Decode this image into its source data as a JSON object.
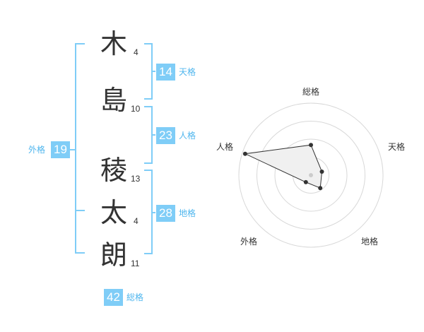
{
  "name_chars": [
    {
      "char": "木",
      "strokes": "4"
    },
    {
      "char": "島",
      "strokes": "10"
    },
    {
      "char": "稜",
      "strokes": "13"
    },
    {
      "char": "太",
      "strokes": "4"
    },
    {
      "char": "朗",
      "strokes": "11"
    }
  ],
  "fortunes": {
    "tenkaku": {
      "value": "14",
      "label": "天格"
    },
    "jinkaku": {
      "value": "23",
      "label": "人格"
    },
    "chikaku": {
      "value": "28",
      "label": "地格"
    },
    "gaikaku": {
      "value": "19",
      "label": "外格"
    },
    "soukaku": {
      "value": "42",
      "label": "総格"
    }
  },
  "accent_color": "#7fcdf7",
  "chart_data": {
    "type": "radar",
    "axes": [
      "総格",
      "天格",
      "地格",
      "外格",
      "人格"
    ],
    "values": [
      0.42,
      0.16,
      0.22,
      0.12,
      0.96
    ],
    "rings": 4,
    "max": 1
  }
}
